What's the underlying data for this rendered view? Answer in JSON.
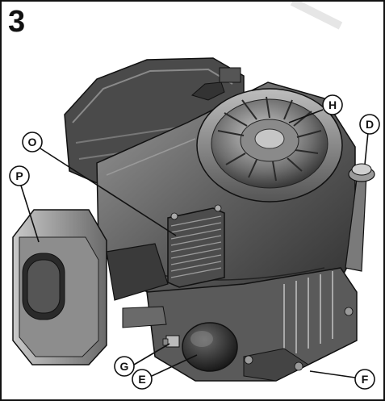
{
  "figure": {
    "number": "3"
  },
  "callouts": {
    "H": "H",
    "D": "D",
    "O": "O",
    "P": "P",
    "G": "G",
    "E": "E",
    "F": "F"
  },
  "colors": {
    "ink": "#111111",
    "engine_dark": "#3b3b3b",
    "engine_mid": "#6a6a6a",
    "engine_light": "#a7a7a7",
    "highlight": "#d8d8d8"
  }
}
